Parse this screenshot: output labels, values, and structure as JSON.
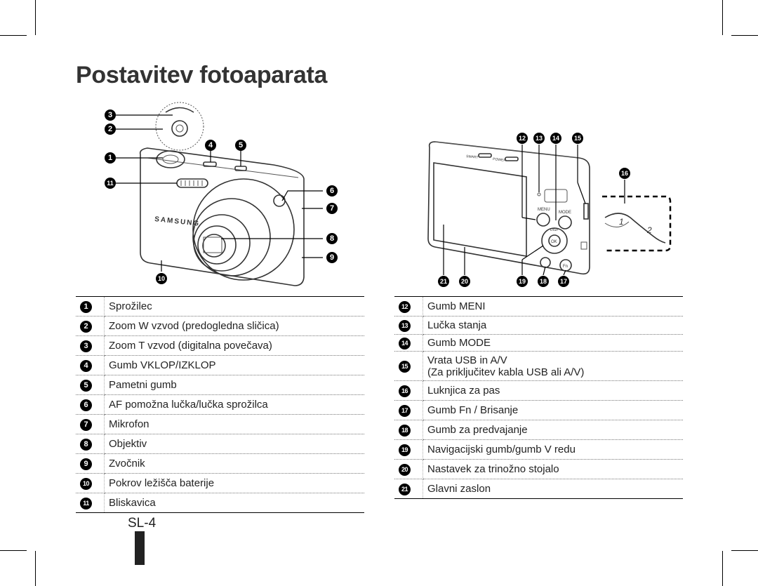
{
  "page": {
    "title": "Postavitev fotoaparata",
    "page_number": "SL-4"
  },
  "figure_front": {
    "brand": "SAMSUNG",
    "callouts": [
      "3",
      "2",
      "1",
      "11",
      "4",
      "5",
      "6",
      "7",
      "8",
      "9",
      "10"
    ]
  },
  "figure_back": {
    "labels": {
      "menu": "MENU",
      "mode": "MODE",
      "ok": "OK",
      "disp": "DISP",
      "fn": "Fn",
      "smart": "SMART",
      "power": "POWER",
      "step1": "1",
      "step2": "2"
    },
    "callouts": [
      "12",
      "13",
      "14",
      "15",
      "16",
      "21",
      "20",
      "19",
      "18",
      "17"
    ]
  },
  "parts_left": [
    {
      "num": "1",
      "label": "Sprožilec"
    },
    {
      "num": "2",
      "label": "Zoom W vzvod (predogledna sličica)"
    },
    {
      "num": "3",
      "label": "Zoom T vzvod (digitalna povečava)"
    },
    {
      "num": "4",
      "label": "Gumb VKLOP/IZKLOP"
    },
    {
      "num": "5",
      "label": "Pametni gumb"
    },
    {
      "num": "6",
      "label": "AF pomožna lučka/lučka sprožilca"
    },
    {
      "num": "7",
      "label": "Mikrofon"
    },
    {
      "num": "8",
      "label": "Objektiv"
    },
    {
      "num": "9",
      "label": "Zvočnik"
    },
    {
      "num": "10",
      "label": "Pokrov ležišča baterije"
    },
    {
      "num": "11",
      "label": "Bliskavica"
    }
  ],
  "parts_right": [
    {
      "num": "12",
      "label": "Gumb MENI"
    },
    {
      "num": "13",
      "label": "Lučka stanja"
    },
    {
      "num": "14",
      "label": "Gumb MODE"
    },
    {
      "num": "15",
      "label": "Vrata USB in A/V",
      "label2": "(Za priključitev kabla USB ali A/V)"
    },
    {
      "num": "16",
      "label": "Luknjica za pas"
    },
    {
      "num": "17",
      "label": "Gumb Fn / Brisanje"
    },
    {
      "num": "18",
      "label": "Gumb za predvajanje"
    },
    {
      "num": "19",
      "label": "Navigacijski gumb/gumb V redu"
    },
    {
      "num": "20",
      "label": "Nastavek za trinožno stojalo"
    },
    {
      "num": "21",
      "label": "Glavni zaslon"
    }
  ]
}
